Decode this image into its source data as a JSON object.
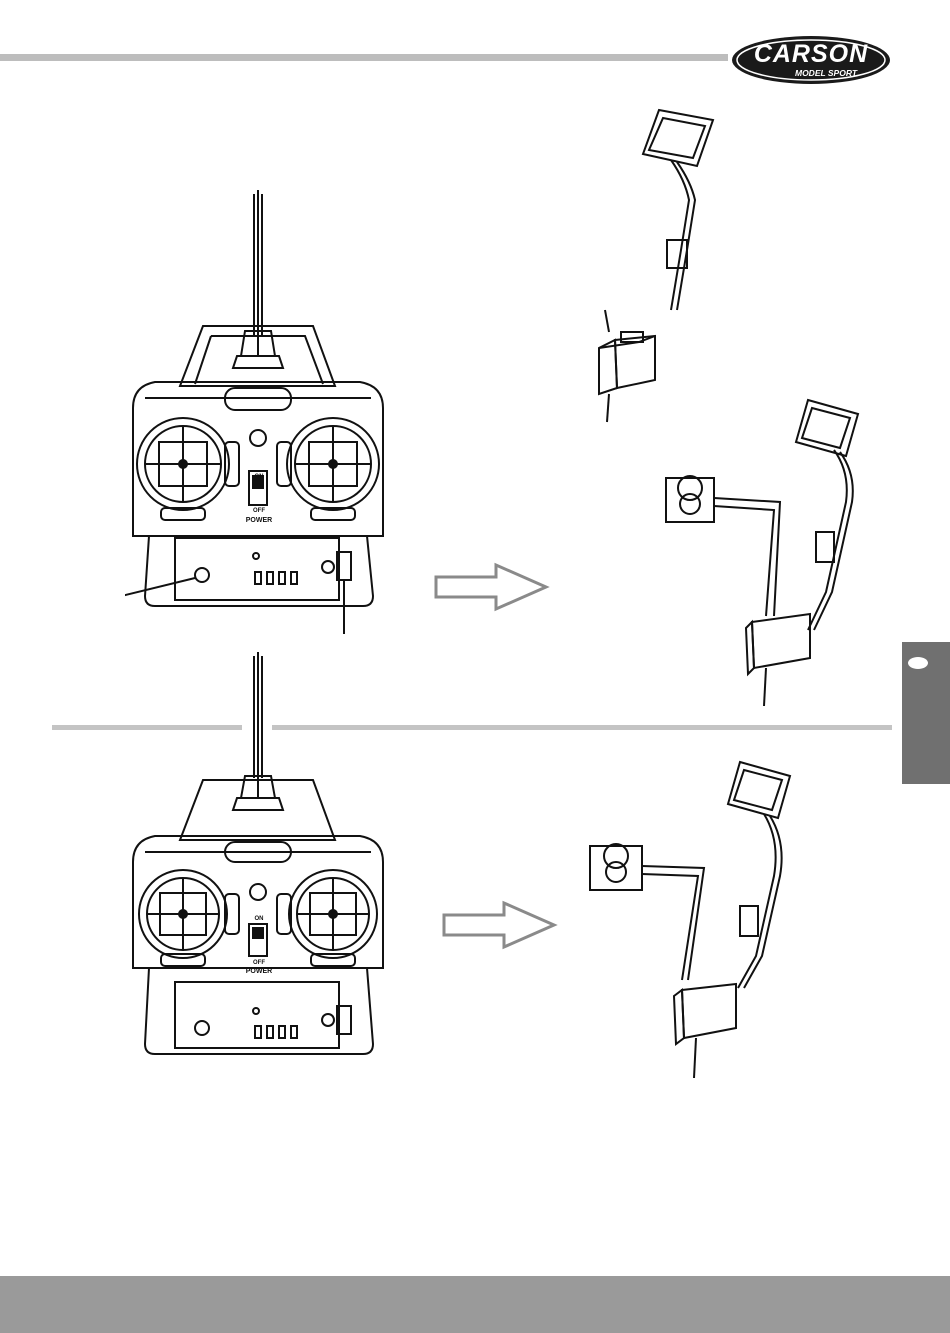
{
  "brand": {
    "name": "CARSON",
    "tagline": "MODEL SPORT"
  },
  "transmitter": {
    "switch_on": "ON",
    "switch_off": "OFF",
    "switch_label": "POWER"
  },
  "colors": {
    "rule": "#bdbdbd",
    "tab": "#707070",
    "footer": "#9a9a9a",
    "line": "#111111"
  },
  "icons": [
    "carson-logo",
    "transmitter-illustration",
    "receiver-illustration",
    "servo-illustration",
    "battery-pack-illustration",
    "arrow-right-icon"
  ]
}
